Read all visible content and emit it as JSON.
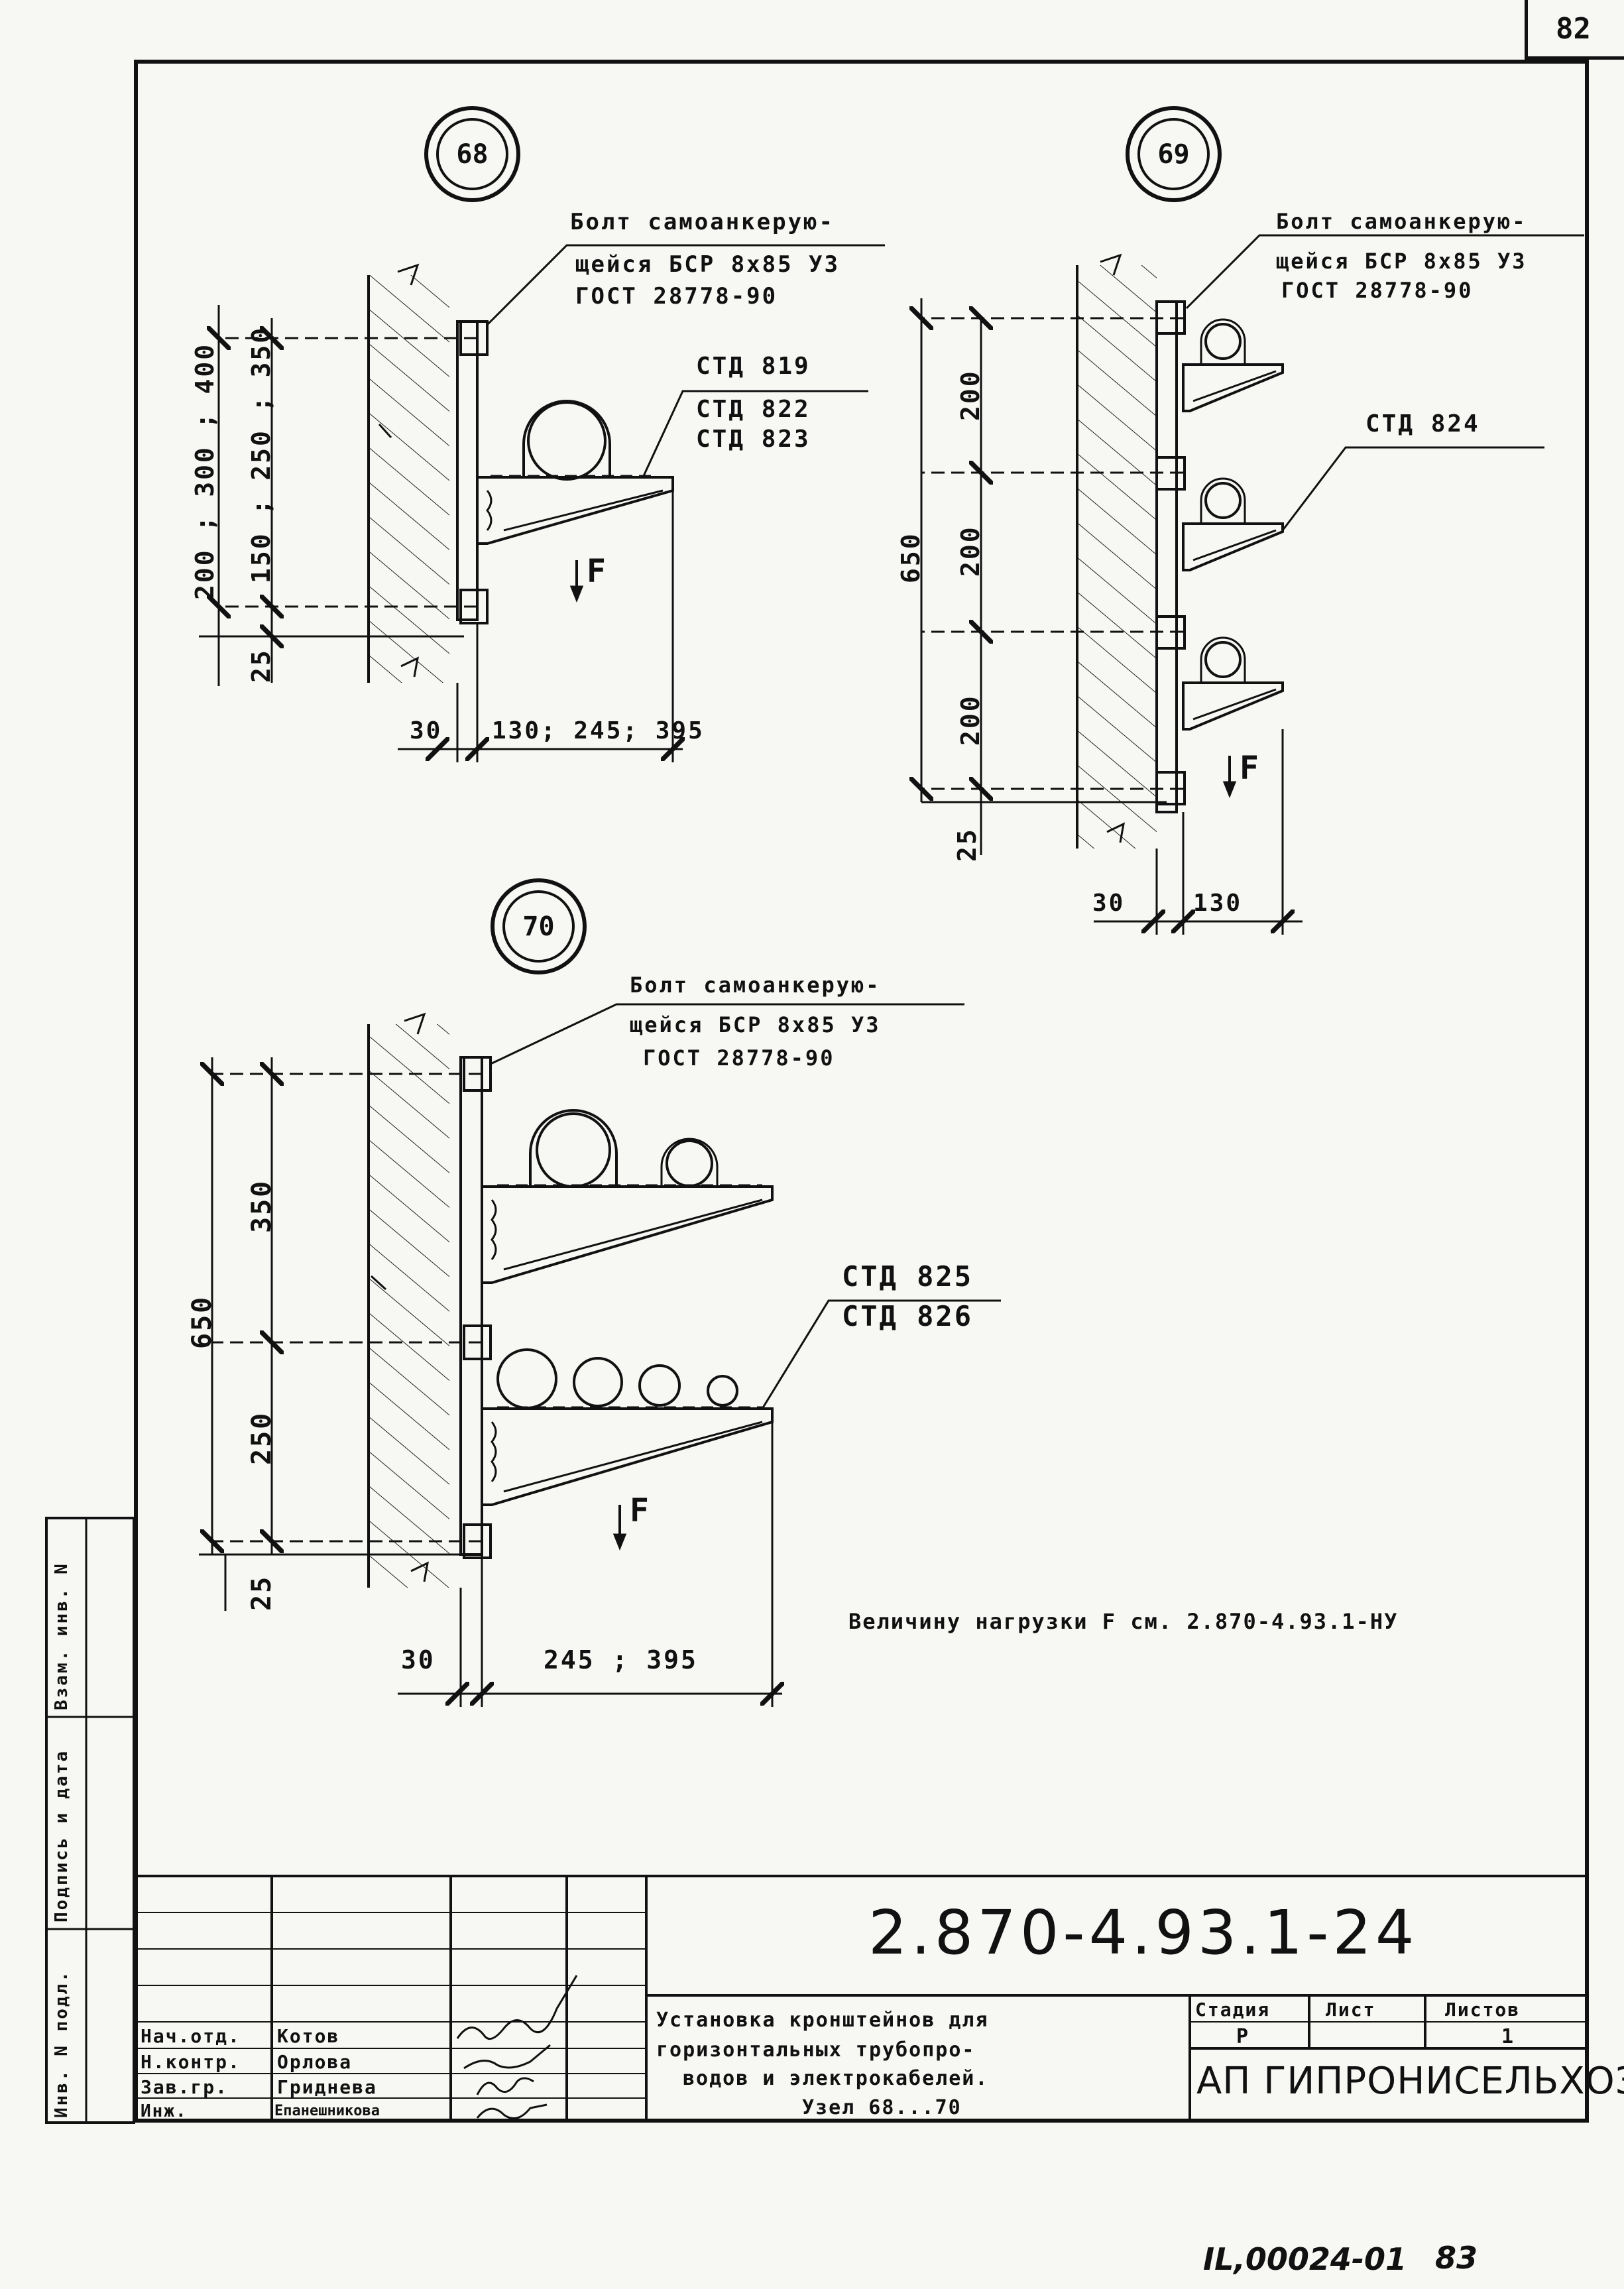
{
  "page_number": "82",
  "footer": {
    "code": "ІL,00024-01",
    "page": "83"
  },
  "node68": {
    "label": "68",
    "bolt_lines": [
      "Болт самоанкерую-",
      "щейся БСР 8х85 У3",
      "ГОСТ 28778-90"
    ],
    "bracket_lines": [
      "СТД 819",
      "СТД 822",
      "СТД 823"
    ],
    "dim_outer": "200 ; 300 ; 400",
    "dim_inner": "150 ; 250 ; 350",
    "dim_bottom": "25",
    "dim_wall": "30",
    "dim_reach": "130; 245; 395",
    "force": "F"
  },
  "node69": {
    "label": "69",
    "bolt_lines": [
      "Болт самоанкерую-",
      "щейся БСР 8х85 У3",
      "ГОСТ 28778-90"
    ],
    "bracket_label": "СТД 824",
    "dim_total": "650",
    "dim_seg1": "200",
    "dim_seg2": "200",
    "dim_seg3": "200",
    "dim_bottom": "25",
    "dim_wall": "30",
    "dim_reach": "130",
    "force": "F"
  },
  "node70": {
    "label": "70",
    "bolt_lines": [
      "Болт самоанкерую-",
      "щейся БСР 8х85 У3",
      "ГОСТ 28778-90"
    ],
    "bracket_lines": [
      "СТД 825",
      "СТД 826"
    ],
    "dim_total": "650",
    "dim_upper": "350",
    "dim_lower": "250",
    "dim_bottom": "25",
    "dim_wall": "30",
    "dim_reach": "245 ; 395",
    "force": "F"
  },
  "note": "Величину нагрузки F см. 2.870-4.93.1-НУ",
  "side_stamp": [
    "Инв. N подл.",
    "Подпись и дата",
    "Взам. инв. N"
  ],
  "title_block": {
    "doc_number": "2.870-4.93.1-24",
    "description": [
      "Установка кронштейнов для",
      "горизонтальных трубопро-",
      "водов и электрокабелей.",
      "Узел 68...70"
    ],
    "stage_header": "Стадия",
    "sheet_header": "Лист",
    "sheets_header": "Листов",
    "stage": "Р",
    "sheet": "",
    "sheets": "1",
    "organization": "АП ГИПРОНИСЕЛЬХОЗ",
    "signers": [
      {
        "role": "Нач.отд.",
        "name": "Котов"
      },
      {
        "role": "Н.контр.",
        "name": "Орлова"
      },
      {
        "role": "Зав.гр.",
        "name": "Гриднева"
      },
      {
        "role": "Инж.",
        "name": "Епанешникова"
      }
    ]
  }
}
